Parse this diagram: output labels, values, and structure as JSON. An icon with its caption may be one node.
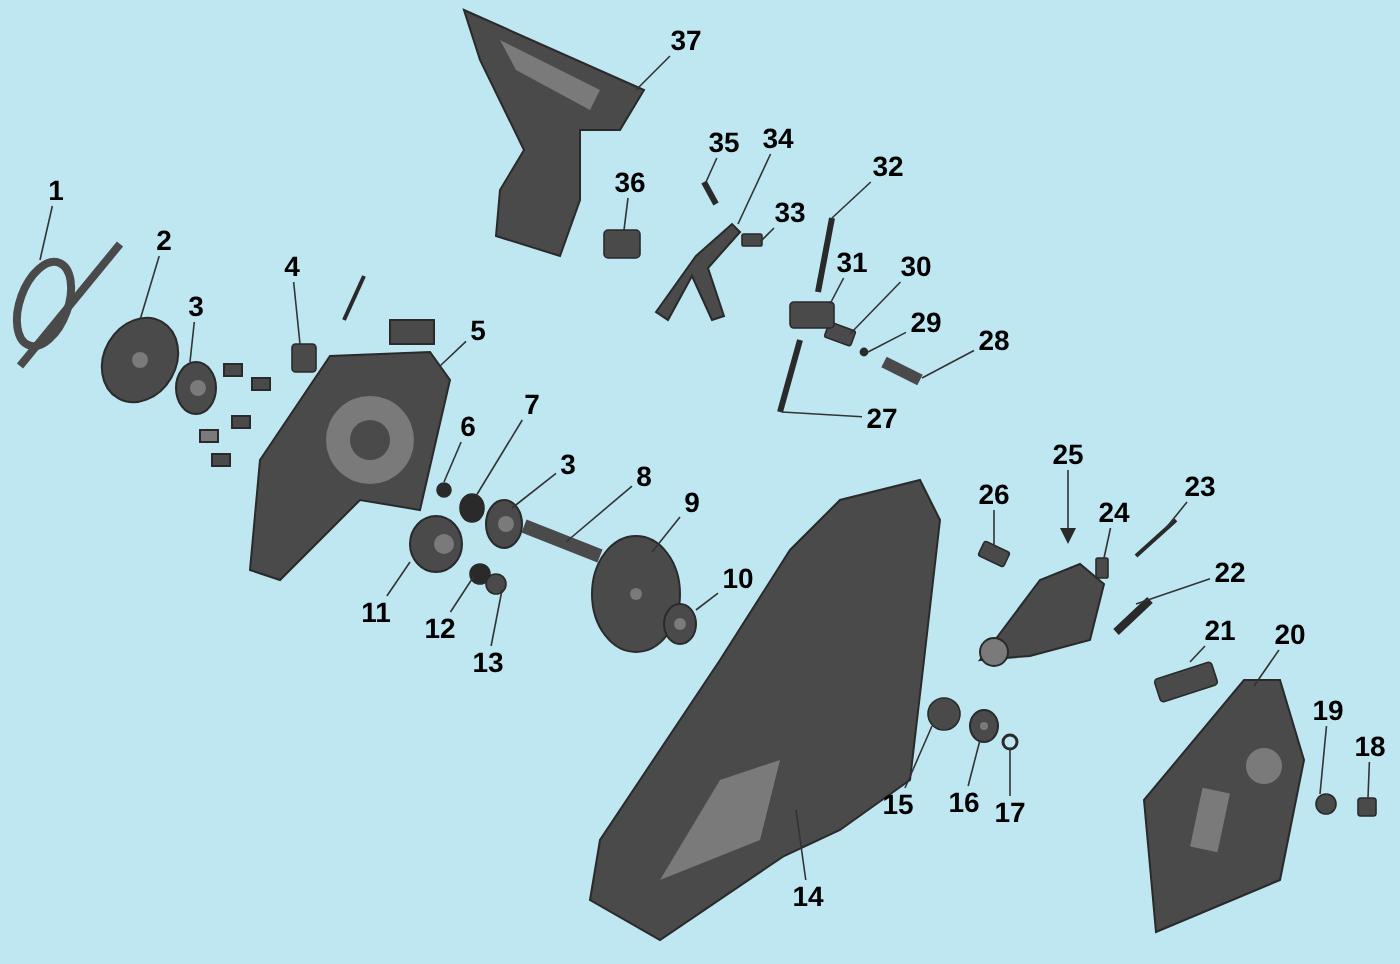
{
  "diagram": {
    "nodes": [
      {
        "text": [
          "1"
        ]
      },
      {
        "text": [
          "2"
        ]
      },
      {
        "text": [
          "3"
        ]
      },
      {
        "text": [
          "4"
        ]
      },
      {
        "text": [
          "5"
        ]
      },
      {
        "text": [
          "6"
        ]
      },
      {
        "text": [
          "7"
        ]
      },
      {
        "text": [
          "3"
        ]
      },
      {
        "text": [
          "8"
        ]
      },
      {
        "text": [
          "9"
        ]
      },
      {
        "text": [
          "10"
        ]
      },
      {
        "text": [
          "11"
        ]
      },
      {
        "text": [
          "12"
        ]
      },
      {
        "text": [
          "13"
        ]
      },
      {
        "text": [
          "14"
        ]
      },
      {
        "text": [
          "15"
        ]
      },
      {
        "text": [
          "16"
        ]
      },
      {
        "text": [
          "17"
        ]
      },
      {
        "text": [
          "18"
        ]
      },
      {
        "text": [
          "19"
        ]
      },
      {
        "text": [
          "20"
        ]
      },
      {
        "text": [
          "21"
        ]
      },
      {
        "text": [
          "22"
        ]
      },
      {
        "text": [
          "23"
        ]
      },
      {
        "text": [
          "24"
        ]
      },
      {
        "text": [
          "25"
        ]
      },
      {
        "text": [
          "26"
        ]
      },
      {
        "text": [
          "27"
        ]
      },
      {
        "text": [
          "28"
        ]
      },
      {
        "text": [
          "29"
        ]
      },
      {
        "text": [
          "30"
        ]
      },
      {
        "text": [
          "31"
        ]
      },
      {
        "text": [
          "32"
        ]
      },
      {
        "text": [
          "33"
        ]
      },
      {
        "text": [
          "34"
        ]
      },
      {
        "text": [
          "35"
        ]
      },
      {
        "text": [
          "36"
        ]
      },
      {
        "text": [
          "37"
        ]
      },
      {
        "text": [],
        "shape": "ring"
      },
      {
        "text": [],
        "shape": "picture"
      },
      {
        "text": [],
        "shape": "picture"
      },
      {
        "text": [],
        "shape": "box"
      },
      {
        "text": [],
        "shape": "picture"
      },
      {
        "text": [],
        "shape": "circle"
      },
      {
        "text": [],
        "shape": "circle"
      },
      {
        "text": [],
        "shape": "picture"
      },
      {
        "text": [],
        "shape": "picture"
      },
      {
        "text": [],
        "shape": "picture"
      },
      {
        "text": [],
        "shape": "picture"
      },
      {
        "text": [],
        "shape": "picture"
      },
      {
        "text": [],
        "shape": "circle"
      },
      {
        "text": [],
        "shape": "circle"
      },
      {
        "text": [],
        "shape": "picture"
      },
      {
        "text": [],
        "shape": "circle"
      },
      {
        "text": [],
        "shape": "picture"
      },
      {
        "text": [],
        "shape": "picture"
      },
      {
        "text": [],
        "shape": "box"
      },
      {
        "text": [],
        "shape": "circle"
      },
      {
        "text": [],
        "shape": "picture"
      },
      {
        "text": [],
        "shape": "box"
      },
      {
        "text": [],
        "shape": "picture"
      },
      {
        "text": [],
        "shape": "picture"
      },
      {
        "text": [],
        "shape": "box"
      },
      {
        "text": [],
        "shape": "picture"
      },
      {
        "text": [],
        "shape": "box"
      },
      {
        "text": [],
        "shape": "picture"
      },
      {
        "text": [],
        "shape": "picture"
      },
      {
        "text": [],
        "shape": "circle"
      },
      {
        "text": [],
        "shape": "box"
      },
      {
        "text": [],
        "shape": "box"
      },
      {
        "text": [],
        "shape": "picture"
      },
      {
        "text": [],
        "shape": "box"
      },
      {
        "text": [],
        "shape": "picture"
      },
      {
        "text": [],
        "shape": "picture"
      },
      {
        "text": [],
        "shape": "box"
      },
      {
        "text": [],
        "shape": "picture"
      }
    ],
    "edges": [
      {
        "from": 0,
        "to": 38,
        "arrow": "none"
      },
      {
        "from": 1,
        "to": 39,
        "arrow": "none"
      },
      {
        "from": 2,
        "to": 40,
        "arrow": "none"
      },
      {
        "from": 3,
        "to": 41,
        "arrow": "none"
      },
      {
        "from": 4,
        "to": 42,
        "arrow": "none"
      },
      {
        "from": 5,
        "to": 43,
        "arrow": "none"
      },
      {
        "from": 6,
        "to": 44,
        "arrow": "none"
      },
      {
        "from": 7,
        "to": 45,
        "arrow": "none"
      },
      {
        "from": 8,
        "to": 46,
        "arrow": "none"
      },
      {
        "from": 9,
        "to": 47,
        "arrow": "none"
      },
      {
        "from": 10,
        "to": 48,
        "arrow": "none"
      },
      {
        "from": 11,
        "to": 49,
        "arrow": "none"
      },
      {
        "from": 12,
        "to": 50,
        "arrow": "none"
      },
      {
        "from": 13,
        "to": 51,
        "arrow": "none"
      },
      {
        "from": 14,
        "to": 52,
        "arrow": "none"
      },
      {
        "from": 15,
        "to": 53,
        "arrow": "none"
      },
      {
        "from": 16,
        "to": 54,
        "arrow": "none"
      },
      {
        "from": 17,
        "to": 55,
        "arrow": "none"
      },
      {
        "from": 18,
        "to": 56,
        "arrow": "none"
      },
      {
        "from": 19,
        "to": 57,
        "arrow": "none"
      },
      {
        "from": 20,
        "to": 58,
        "arrow": "none"
      },
      {
        "from": 21,
        "to": 59,
        "arrow": "none"
      },
      {
        "from": 22,
        "to": 60,
        "arrow": "none"
      },
      {
        "from": 23,
        "to": 61,
        "arrow": "none"
      },
      {
        "from": 24,
        "to": 62,
        "arrow": "none"
      },
      {
        "from": 25,
        "to": 63,
        "arrow": "none"
      },
      {
        "from": 26,
        "to": 64,
        "arrow": "none"
      },
      {
        "from": 27,
        "to": 65,
        "arrow": "none"
      },
      {
        "from": 28,
        "to": 66,
        "arrow": "none"
      },
      {
        "from": 29,
        "to": 67,
        "arrow": "none"
      },
      {
        "from": 30,
        "to": 68,
        "arrow": "none"
      },
      {
        "from": 31,
        "to": 69,
        "arrow": "none"
      },
      {
        "from": 32,
        "to": 70,
        "arrow": "none"
      },
      {
        "from": 33,
        "to": 71,
        "arrow": "none"
      },
      {
        "from": 34,
        "to": 72,
        "arrow": "none"
      },
      {
        "from": 35,
        "to": 73,
        "arrow": "none"
      },
      {
        "from": 36,
        "to": 74,
        "arrow": "none"
      },
      {
        "from": 37,
        "to": 75,
        "arrow": "none"
      }
    ]
  }
}
